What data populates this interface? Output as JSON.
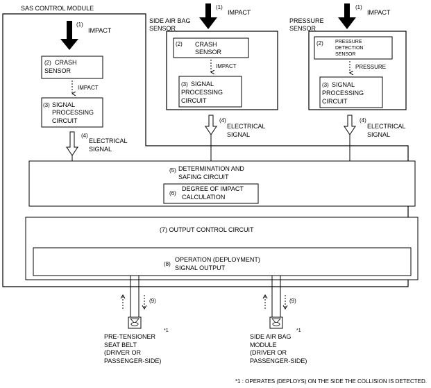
{
  "module": {
    "title": "SAS CONTROL MODULE"
  },
  "impact_center": {
    "num": "(1)",
    "label": "IMPACT"
  },
  "impact_side": {
    "num": "(1)",
    "label": "IMPACT"
  },
  "impact_pressure": {
    "num": "(1)",
    "label": "IMPACT"
  },
  "side_sensor": {
    "title1": "SIDE AIR BAG",
    "title2": "SENSOR"
  },
  "pressure_sensor": {
    "title": "PRESSURE",
    "title2": "SENSOR"
  },
  "crash_center": {
    "num": "(2)",
    "line1": "CRASH",
    "line2": "SENSOR"
  },
  "crash_side": {
    "num": "(2)",
    "line1": "CRASH",
    "line2": "SENSOR"
  },
  "pressure_detect": {
    "num": "(2)",
    "line1": "PRESSURE",
    "line2": "DETECTION",
    "line3": "SENSOR"
  },
  "impact_small_center": {
    "label": "IMPACT"
  },
  "impact_small_side": {
    "label": "IMPACT"
  },
  "pressure_small": {
    "label": "PRESSURE"
  },
  "sp_center": {
    "num": "(3)",
    "line1": "SIGNAL",
    "line2": "PROCESSING",
    "line3": "CIRCUIT"
  },
  "sp_side": {
    "num": "(3)",
    "line1": "SIGNAL",
    "line2": "PROCESSING",
    "line3": "CIRCUIT"
  },
  "sp_pressure": {
    "num": "(3)",
    "line1": "SIGNAL",
    "line2": "PROCESSING",
    "line3": "CIRCUIT"
  },
  "elec_center": {
    "num": "(4)",
    "line1": "ELECTRICAL",
    "line2": "SIGNAL"
  },
  "elec_side": {
    "num": "(4)",
    "line1": "ELECTRICAL",
    "line2": "SIGNAL"
  },
  "elec_pressure": {
    "num": "(4)",
    "line1": "ELECTRICAL",
    "line2": "SIGNAL"
  },
  "determination": {
    "num": "(5)",
    "line1": "DETERMINATION AND",
    "line2": "SAFING CIRCUIT"
  },
  "degree": {
    "num": "(6)",
    "line1": "DEGREE OF IMPACT",
    "line2": "CALCULATION"
  },
  "output_control": {
    "label": "(7) OUTPUT CONTROL  CIRCUIT"
  },
  "operation": {
    "num": "(8)",
    "line1": "OPERATION (DEPLOYMENT)",
    "line2": "SIGNAL OUTPUT"
  },
  "signal9_left": {
    "num": "(9)"
  },
  "signal9_right": {
    "num": "(9)"
  },
  "pretensioner": {
    "line1": "PRE-TENSIONER",
    "line2": "SEAT BELT",
    "line3": "(DRIVER OR",
    "line4": "PASSENGER-SIDE)",
    "mark": "*1"
  },
  "side_module": {
    "line1": "SIDE AIR BAG",
    "line2": "MODULE",
    "line3": "(DRIVER OR",
    "line4": "PASSENGER-SIDE)",
    "mark": "*1"
  },
  "footnote": {
    "text": "*1 : OPERATES (DEPLOYS) ON THE SIDE THE COLLISION IS DETECTED."
  }
}
